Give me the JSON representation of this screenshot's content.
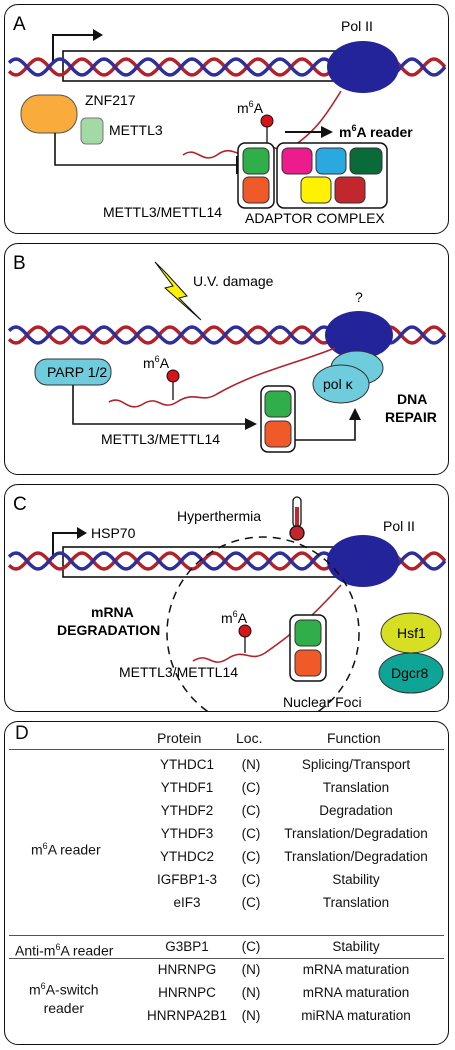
{
  "panel_a": {
    "letter": "A",
    "pol": "Pol II",
    "znf": "ZNF217",
    "mettl3": "METTL3",
    "m6a_base": "m",
    "m6a_sup": "6",
    "m6a_tail": "A",
    "reader_base": "m",
    "reader_sup": "6",
    "reader_tail": "A reader",
    "complex": "METTL3/METTL14",
    "adaptor": "ADAPTOR COMPLEX"
  },
  "panel_b": {
    "letter": "B",
    "uv": "U.V. damage",
    "question": "?",
    "parp": "PARP 1/2",
    "m6a_base": "m",
    "m6a_sup": "6",
    "m6a_tail": "A",
    "polk": "pol κ",
    "complex": "METTL3/METTL14",
    "repair_1": "DNA",
    "repair_2": "REPAIR"
  },
  "panel_c": {
    "letter": "C",
    "hyper": "Hyperthermia",
    "hsp": "HSP70",
    "pol": "Pol II",
    "deg_1": "mRNA",
    "deg_2": "DEGRADATION",
    "m6a_base": "m",
    "m6a_sup": "6",
    "m6a_tail": "A",
    "hsf": "Hsf1",
    "dgcr": "Dgcr8",
    "complex": "METTL3/METTL14",
    "foci": "Nuclear Foci"
  },
  "panel_d": {
    "letter": "D",
    "headers": {
      "protein": "Protein",
      "loc": "Loc.",
      "function": "Function"
    },
    "groups": {
      "reader_base": "m",
      "reader_sup": "6",
      "reader_tail": "A reader",
      "anti": "Anti-m",
      "anti_sup": "6",
      "anti_tail": "A reader",
      "switch_base": "m",
      "switch_sup": "6",
      "switch_tail": "A-switch",
      "switch_line2": "reader"
    },
    "rows": [
      {
        "protein": "YTHDC1",
        "loc": "(N)",
        "function": "Splicing/Transport"
      },
      {
        "protein": "YTHDF1",
        "loc": "(C)",
        "function": "Translation"
      },
      {
        "protein": "YTHDF2",
        "loc": "(C)",
        "function": "Degradation"
      },
      {
        "protein": "YTHDF3",
        "loc": "(C)",
        "function": "Translation/Degradation"
      },
      {
        "protein": "YTHDC2",
        "loc": "(C)",
        "function": "Translation/Degradation"
      },
      {
        "protein": "IGFBP1-3",
        "loc": "(C)",
        "function": "Stability"
      },
      {
        "protein": "eIF3",
        "loc": "(C)",
        "function": "Translation"
      },
      {
        "protein": "G3BP1",
        "loc": "(C)",
        "function": "Stability"
      },
      {
        "protein": "HNRNPG",
        "loc": "(N)",
        "function": "mRNA maturation"
      },
      {
        "protein": "HNRNPC",
        "loc": "(N)",
        "function": "mRNA maturation"
      },
      {
        "protein": "HNRNPA2B1",
        "loc": "(N)",
        "function": "miRNA maturation"
      }
    ]
  },
  "colors": {
    "dna_red": "#b3222b",
    "dna_blue": "#2d2f9a",
    "pol": "#23249a",
    "znf": "#f9ab3c",
    "mettl3": "#a3d9a5",
    "green": "#2fae4a",
    "orange": "#f05a28",
    "magenta": "#ec1c8c",
    "cyan": "#29a9e0",
    "darkgreen": "#0a6b3a",
    "yellow": "#fef200",
    "crimson": "#c1272d",
    "light_blue": "#6fccdc",
    "hsf": "#d7df23",
    "dgcr": "#0fa596"
  }
}
